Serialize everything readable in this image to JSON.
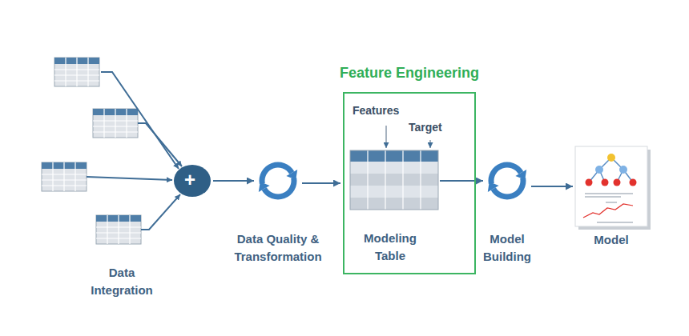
{
  "diagram": {
    "nodes": [
      {
        "text": [
          "+"
        ]
      },
      {
        "text": [
          "Data Quality & Transformation"
        ]
      },
      {
        "text": [
          "Feature Engineering",
          "Features",
          "Target",
          "Modeling Table"
        ]
      },
      {
        "text": [
          "Model Building"
        ]
      },
      {
        "text": [
          "Model"
        ]
      }
    ],
    "edges": [
      {
        "from": 0,
        "to": 1,
        "arrow": "to"
      },
      {
        "from": 1,
        "to": 2,
        "arrow": "to"
      },
      {
        "from": 2,
        "to": 3,
        "arrow": "to"
      },
      {
        "from": 3,
        "to": 4,
        "arrow": "to"
      }
    ],
    "labels": [
      "Data Integration"
    ]
  }
}
